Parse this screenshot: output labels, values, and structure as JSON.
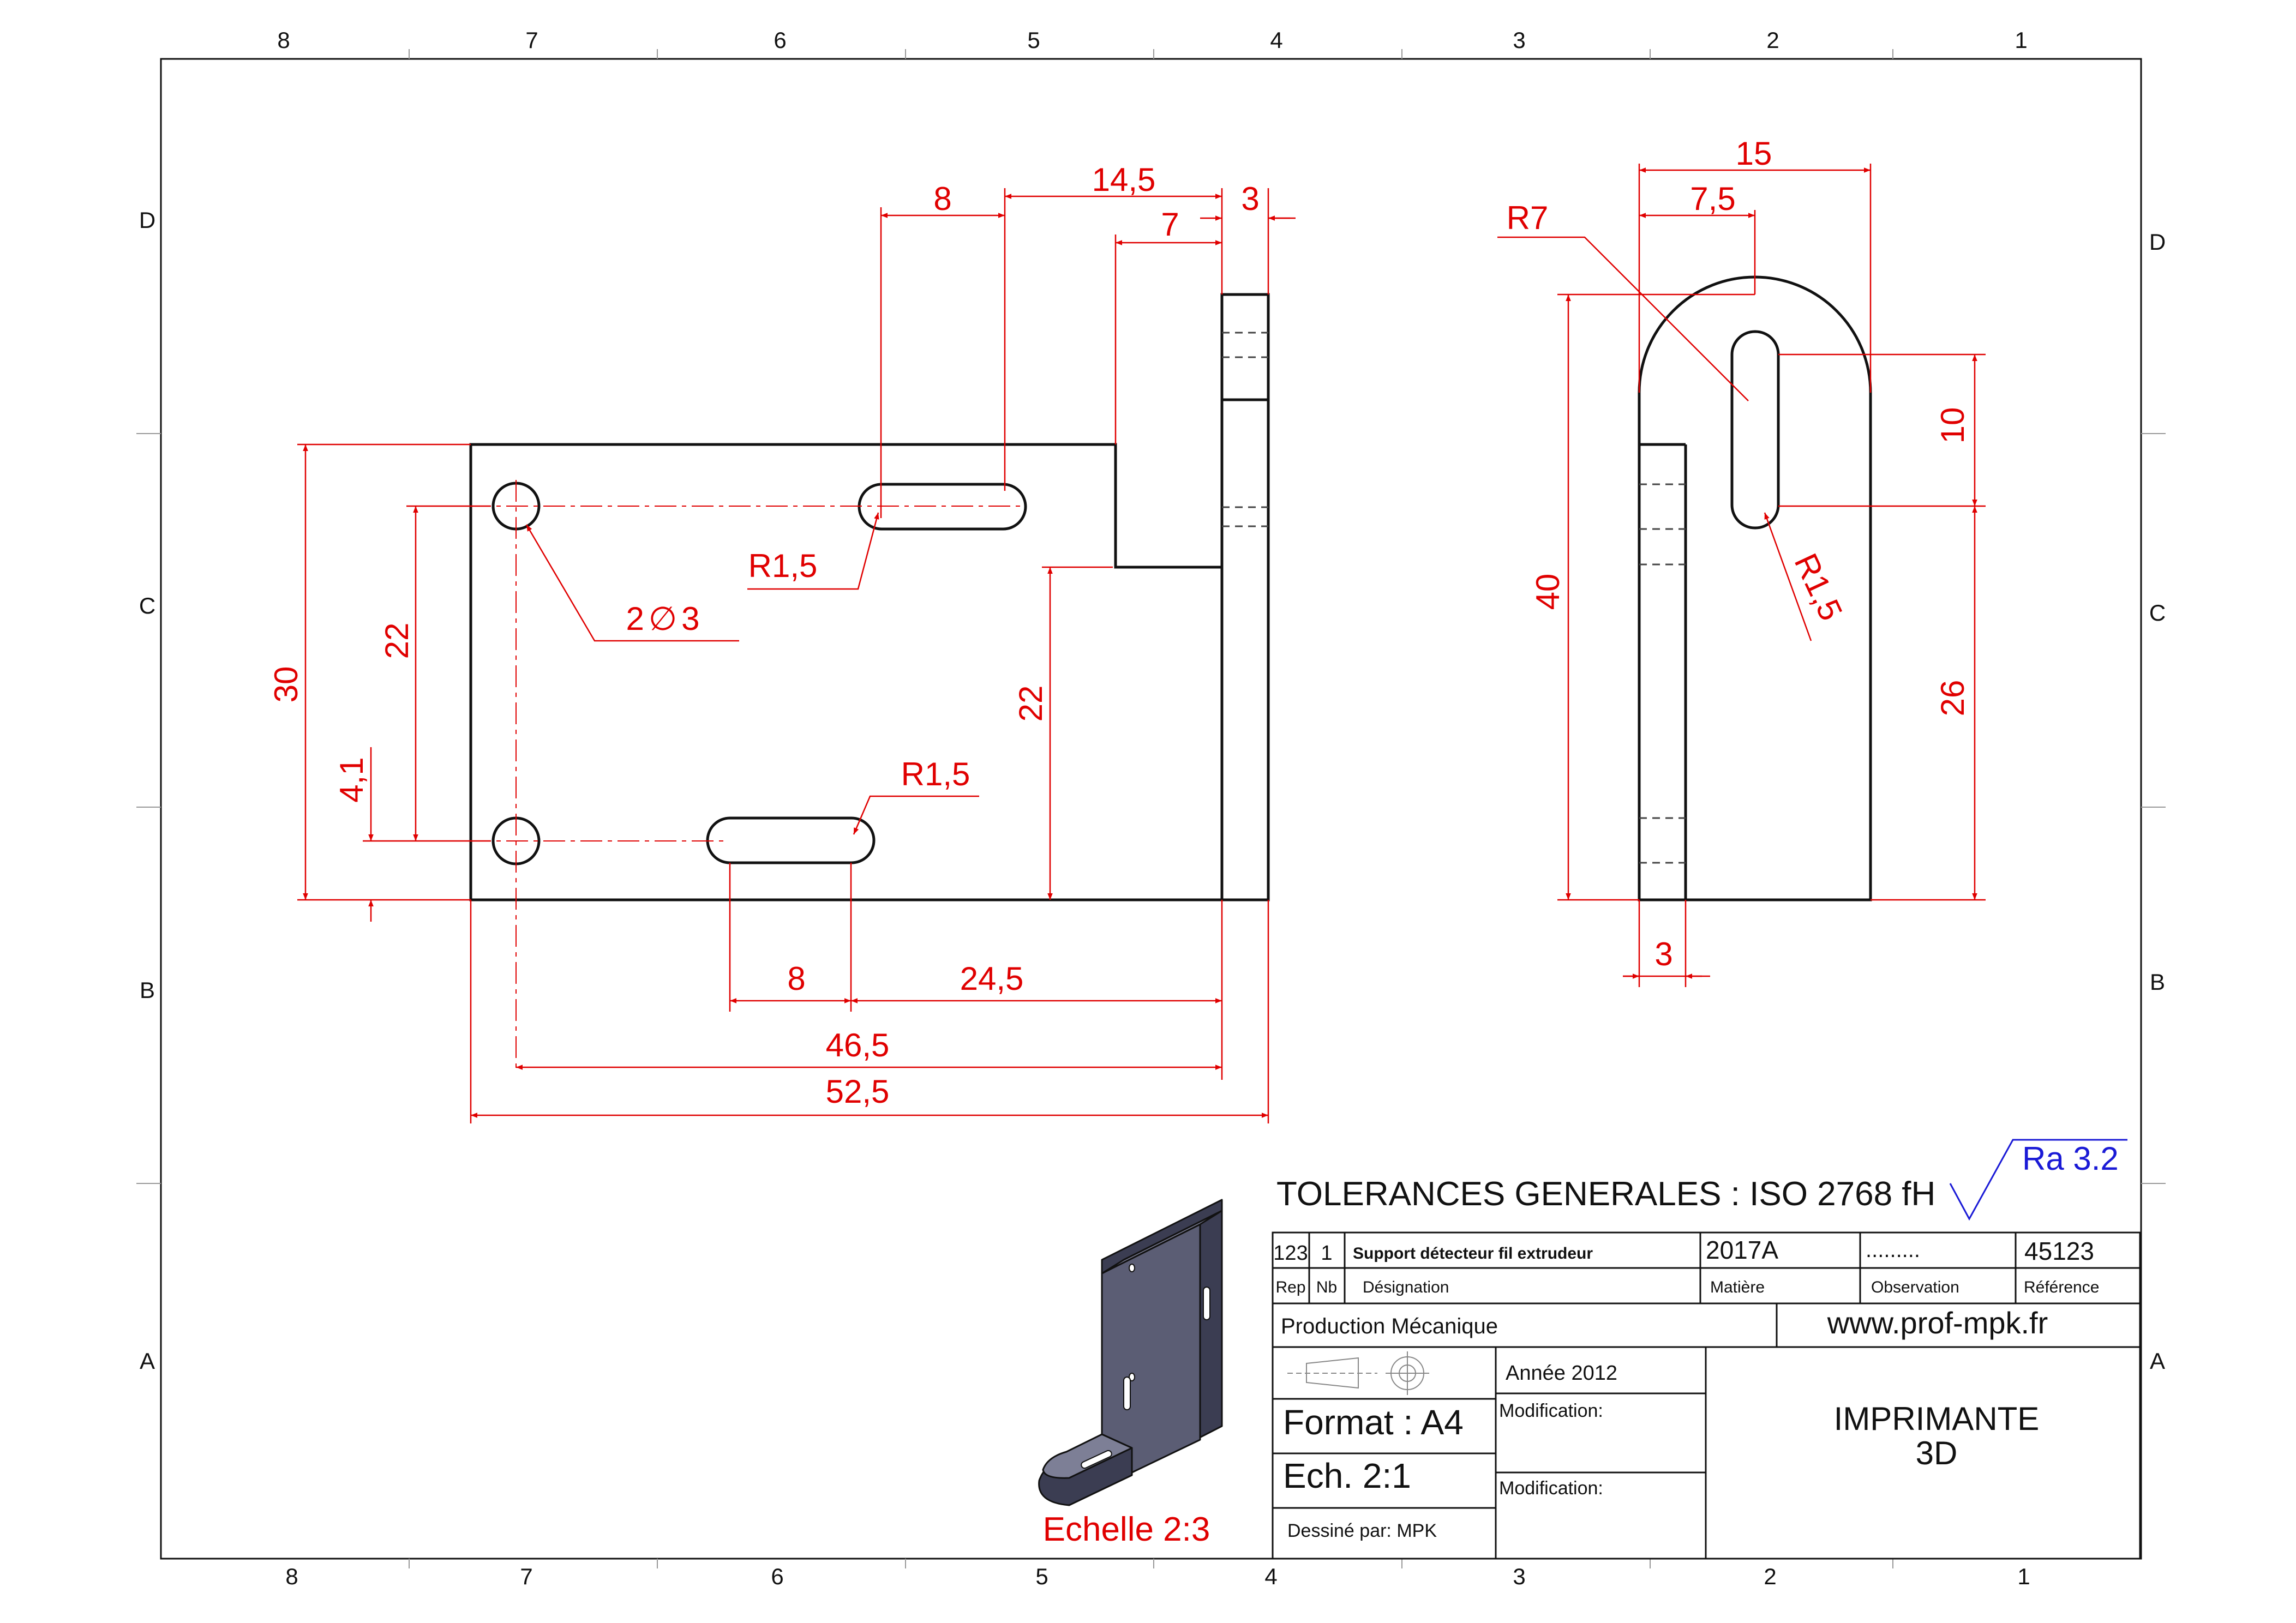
{
  "frame": {
    "columns_top": [
      "8",
      "7",
      "6",
      "5",
      "4",
      "3",
      "2",
      "1"
    ],
    "columns_bottom": [
      "8",
      "7",
      "6",
      "5",
      "4",
      "3",
      "2",
      "1"
    ],
    "rows_left": [
      "D",
      "C",
      "B",
      "A"
    ],
    "rows_right": [
      "D",
      "C",
      "B",
      "A"
    ]
  },
  "front_view": {
    "dim_14_5": "14,5",
    "dim_8_top": "8",
    "dim_7": "7",
    "dim_3_top": "3",
    "dim_30": "30",
    "dim_22_left": "22",
    "dim_4_1": "4,1",
    "dim_r15_upper": "R1,5",
    "dim_holes": "2",
    "dim_holes_dia": "∅",
    "dim_holes_size": "3",
    "dim_r15_lower": "R1,5",
    "dim_22_mid": "22",
    "dim_8_bottom": "8",
    "dim_24_5": "24,5",
    "dim_46_5": "46,5",
    "dim_52_5": "52,5"
  },
  "side_view": {
    "dim_15": "15",
    "dim_7_5": "7,5",
    "dim_r7": "R7",
    "dim_10": "10",
    "dim_40": "40",
    "dim_r15": "R1,5",
    "dim_26": "26",
    "dim_3": "3"
  },
  "iso_view": {
    "scale_label": "Echelle 2:3"
  },
  "title_block": {
    "tolerances": "TOLERANCES GENERALES : ISO 2768 fH",
    "roughness": "Ra 3.2",
    "rep": "123",
    "nb": "1",
    "designation": "Support détecteur fil extrudeur",
    "matiere": "2017A",
    "observation": ".........",
    "reference": "45123",
    "hdr_rep": "Rep",
    "hdr_nb": "Nb",
    "hdr_designation": "Désignation",
    "hdr_matiere": "Matière",
    "hdr_observation": "Observation",
    "hdr_reference": "Référence",
    "production": "Production Mécanique",
    "website": "www.prof-mpk.fr",
    "annee": "Année 2012",
    "format": "Format : A4",
    "modification1": "Modification:",
    "echelle": "Ech. 2:1",
    "modification2": "Modification:",
    "dessine": "Dessiné par: MPK",
    "title_line1": "IMPRIMANTE",
    "title_line2": "3D"
  },
  "colors": {
    "outline": "#111111",
    "dimension": "#e00000",
    "roughness": "#1a1ad6",
    "iso_dark": "#3b3d52",
    "iso_face": "#5b5d74",
    "iso_light": "#7d7f96"
  }
}
